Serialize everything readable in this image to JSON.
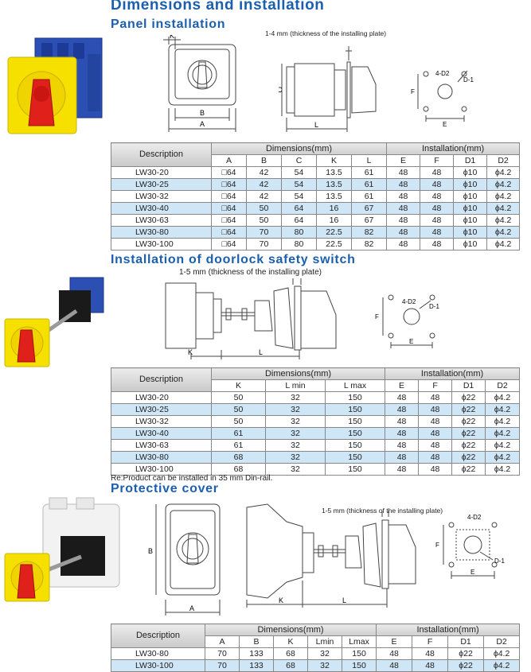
{
  "title": "Dimensions and installation",
  "section1": {
    "heading": "Panel installation",
    "plate_note": "1-4 mm (thickness of the installing plate)",
    "labels": {
      "k": "K",
      "b": "B",
      "a": "A",
      "c": "C",
      "l": "L",
      "d2": "4-D2",
      "d1": "D-1",
      "f": "F",
      "e": "E"
    },
    "table": {
      "description": "Description",
      "dim_group": "Dimensions(mm)",
      "inst_group": "Installation(mm)",
      "dim_cols": [
        "A",
        "B",
        "C",
        "K",
        "L"
      ],
      "inst_cols": [
        "E",
        "F",
        "D1",
        "D2"
      ],
      "rows": [
        [
          "LW30-20",
          "□64",
          "42",
          "54",
          "13.5",
          "61",
          "48",
          "48",
          "ϕ10",
          "ϕ4.2"
        ],
        [
          "LW30-25",
          "□64",
          "42",
          "54",
          "13.5",
          "61",
          "48",
          "48",
          "ϕ10",
          "ϕ4.2"
        ],
        [
          "LW30-32",
          "□64",
          "42",
          "54",
          "13.5",
          "61",
          "48",
          "48",
          "ϕ10",
          "ϕ4.2"
        ],
        [
          "LW30-40",
          "□64",
          "50",
          "64",
          "16",
          "67",
          "48",
          "48",
          "ϕ10",
          "ϕ4.2"
        ],
        [
          "LW30-63",
          "□64",
          "50",
          "64",
          "16",
          "67",
          "48",
          "48",
          "ϕ10",
          "ϕ4.2"
        ],
        [
          "LW30-80",
          "□64",
          "70",
          "80",
          "22.5",
          "82",
          "48",
          "48",
          "ϕ10",
          "ϕ4.2"
        ],
        [
          "LW30-100",
          "□64",
          "70",
          "80",
          "22.5",
          "82",
          "48",
          "48",
          "ϕ10",
          "ϕ4.2"
        ]
      ]
    }
  },
  "section2": {
    "heading": "Installation of doorlock safety switch",
    "plate_note": "1-5 mm (thickness of the installing plate)",
    "labels": {
      "k": "K",
      "l": "L",
      "d2": "4-D2",
      "d1": "D-1",
      "f": "F",
      "e": "E"
    },
    "table": {
      "description": "Description",
      "dim_group": "Dimensions(mm)",
      "inst_group": "Installation(mm)",
      "dim_cols": [
        "K",
        "L min",
        "L max"
      ],
      "inst_cols": [
        "E",
        "F",
        "D1",
        "D2"
      ],
      "rows": [
        [
          "LW30-20",
          "50",
          "32",
          "150",
          "48",
          "48",
          "ϕ22",
          "ϕ4.2"
        ],
        [
          "LW30-25",
          "50",
          "32",
          "150",
          "48",
          "48",
          "ϕ22",
          "ϕ4.2"
        ],
        [
          "LW30-32",
          "50",
          "32",
          "150",
          "48",
          "48",
          "ϕ22",
          "ϕ4.2"
        ],
        [
          "LW30-40",
          "61",
          "32",
          "150",
          "48",
          "48",
          "ϕ22",
          "ϕ4.2"
        ],
        [
          "LW30-63",
          "61",
          "32",
          "150",
          "48",
          "48",
          "ϕ22",
          "ϕ4.2"
        ],
        [
          "LW30-80",
          "68",
          "32",
          "150",
          "48",
          "48",
          "ϕ22",
          "ϕ4.2"
        ],
        [
          "LW30-100",
          "68",
          "32",
          "150",
          "48",
          "48",
          "ϕ22",
          "ϕ4.2"
        ]
      ]
    },
    "din_note": "Re:Product can be installed in 35 mm Din-rail."
  },
  "section3": {
    "heading": "Protective cover",
    "plate_note": "1-5 mm (thickness of the installing plate)",
    "labels": {
      "b": "B",
      "a": "A",
      "k": "K",
      "l": "L",
      "d2": "4-D2",
      "d1": "D-1",
      "f": "F",
      "e": "E"
    },
    "table": {
      "description": "Description",
      "dim_group": "Dimensions(mm)",
      "inst_group": "Installation(mm)",
      "dim_cols": [
        "A",
        "B",
        "K",
        "Lmin",
        "Lmax"
      ],
      "inst_cols": [
        "E",
        "F",
        "D1",
        "D2"
      ],
      "rows": [
        [
          "LW30-80",
          "70",
          "133",
          "68",
          "32",
          "150",
          "48",
          "48",
          "ϕ22",
          "ϕ4.2"
        ],
        [
          "LW30-100",
          "70",
          "133",
          "68",
          "32",
          "150",
          "48",
          "48",
          "ϕ22",
          "ϕ4.2"
        ]
      ]
    }
  },
  "colors": {
    "heading": "#1c5fae",
    "row_alt": "#cfe6f7",
    "switch_yellow": "#f5e000",
    "switch_red": "#e0201b",
    "body_blue": "#2b4fb3"
  }
}
